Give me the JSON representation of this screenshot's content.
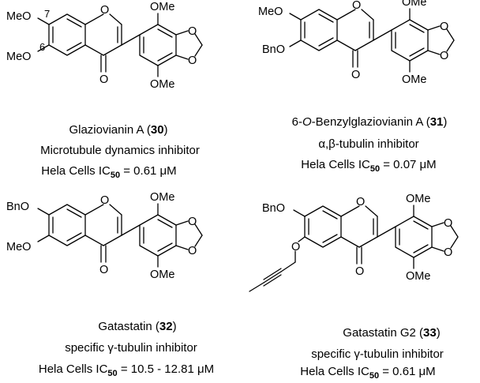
{
  "compounds": [
    {
      "name": "Glaziovianin A",
      "number": "30",
      "activity": "Microtubule dynamics inhibitor",
      "ic50_label": "Hela Cells IC",
      "ic50_sub": "50",
      "ic50_value": " =  0.61 μM",
      "substituents": {
        "pos7": "MeO",
        "pos6": "MeO",
        "num7": "7",
        "num6": "6"
      },
      "ring_labels": {
        "ome_top": "OMe",
        "ome_bottom": "OMe",
        "oxygen": "O",
        "ome_dioxole_o1": "O",
        "ome_dioxole_o2": "O"
      }
    },
    {
      "name_prefix": "6-",
      "name_italic": "O",
      "name": "-Benzylglaziovianin A",
      "number": "31",
      "activity": "α,β-tubulin inhibitor",
      "ic50_label": "Hela Cells IC",
      "ic50_sub": "50",
      "ic50_value": " =  0.07 μM",
      "substituents": {
        "pos7": "MeO",
        "pos6": "BnO"
      },
      "ring_labels": {
        "ome_top": "OMe",
        "ome_bottom": "OMe",
        "oxygen": "O",
        "ome_dioxole_o1": "O",
        "ome_dioxole_o2": "O"
      }
    },
    {
      "name": "Gatastatin",
      "number": "32",
      "activity": "specific γ-tubulin inhibitor",
      "ic50_label": "Hela Cells IC",
      "ic50_sub": "50",
      "ic50_value": " =  10.5 - 12.81 μM",
      "substituents": {
        "pos7": "BnO",
        "pos6": "MeO"
      },
      "ring_labels": {
        "ome_top": "OMe",
        "ome_bottom": "OMe",
        "oxygen": "O",
        "ome_dioxole_o1": "O",
        "ome_dioxole_o2": "O"
      }
    },
    {
      "name": "Gatastatin G2",
      "number": "33",
      "activity": "specific γ-tubulin inhibitor",
      "ic50_label": "Hela Cells IC",
      "ic50_sub": "50",
      "ic50_value": " =  0.61 μM",
      "substituents": {
        "pos7": "BnO",
        "pos6_o": "O"
      },
      "ring_labels": {
        "ome_top": "OMe",
        "ome_bottom": "OMe",
        "oxygen": "O",
        "ome_dioxole_o1": "O",
        "ome_dioxole_o2": "O"
      }
    }
  ]
}
